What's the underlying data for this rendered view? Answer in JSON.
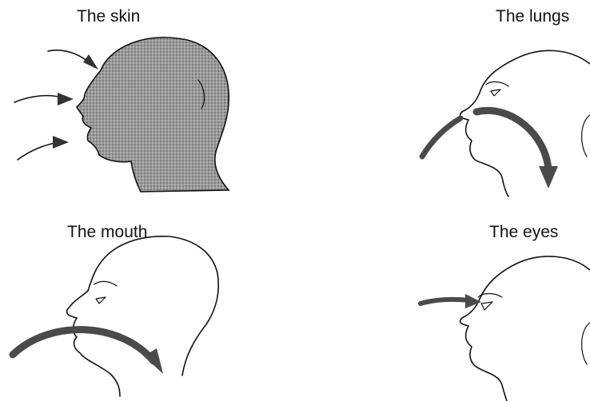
{
  "panels": [
    {
      "id": "skin",
      "label": "The skin"
    },
    {
      "id": "lungs",
      "label": "The lungs"
    },
    {
      "id": "mouth",
      "label": "The mouth"
    },
    {
      "id": "eyes",
      "label": "The eyes"
    }
  ],
  "colors": {
    "ink": "#111111",
    "arrow": "#4a4a4a",
    "skin_fill": "#8f8f8f"
  }
}
